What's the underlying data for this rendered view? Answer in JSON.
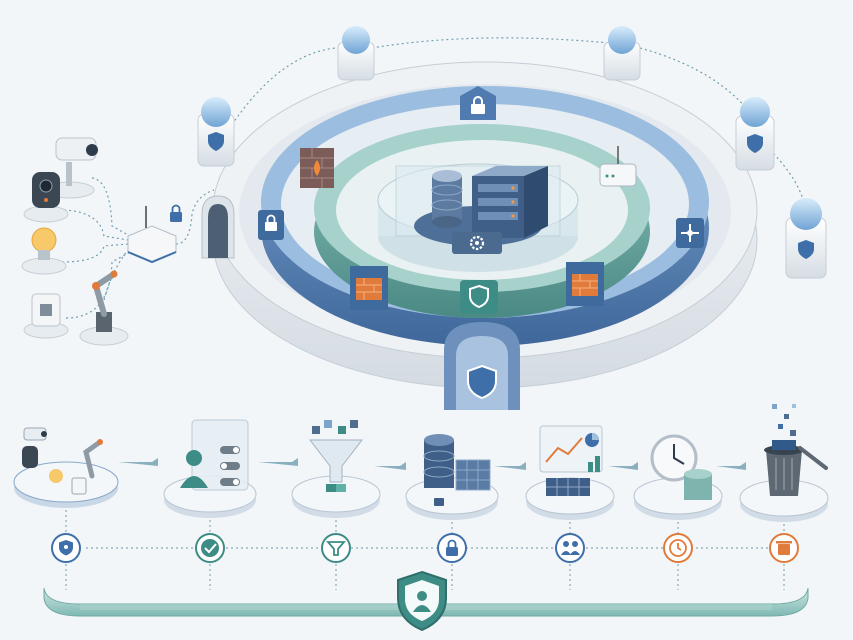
{
  "diagram": {
    "theme": {
      "background": "#f3f6f9",
      "outer_wall": "#e4e9ee",
      "middle_wall": "#5b86b8",
      "inner_wall": "#5f9f9a",
      "core": "#dbe8ef",
      "accent_teal": "#3d8c86",
      "accent_blue": "#3f6fa8",
      "accent_orange": "#e07b3c",
      "dotted_line": "#6f9fb0"
    },
    "perimeter_sensors": [
      {
        "icon": "dome-sensor-shield-icon"
      },
      {
        "icon": "dome-sensor-icon"
      },
      {
        "icon": "dome-sensor-icon"
      },
      {
        "icon": "dome-sensor-shield-icon"
      },
      {
        "icon": "dome-sensor-shield-icon"
      }
    ],
    "edge_devices": [
      {
        "icon": "security-camera-icon"
      },
      {
        "icon": "doorbell-camera-icon"
      },
      {
        "icon": "smart-bulb-icon"
      },
      {
        "icon": "robotic-arm-icon"
      },
      {
        "icon": "smart-plug-icon"
      }
    ],
    "gateway": {
      "icon": "iot-gateway-icon",
      "lock": "lock-icon"
    },
    "rings": [
      {
        "name": "outer-perimeter",
        "gate": "shield-gate-icon"
      },
      {
        "name": "network-segmentation",
        "badges": [
          "lock-icon",
          "lock-icon",
          "network-icon",
          "firewall-icon",
          "firewall-icon"
        ]
      },
      {
        "name": "inner-zone",
        "badges": [
          "shield-icon",
          "firewall-icon"
        ]
      },
      {
        "name": "core",
        "items": [
          "database-icon",
          "server-rack-icon",
          "gear-icon"
        ]
      }
    ],
    "pipeline": [
      {
        "stage": "collect",
        "icon": "iot-devices-icon",
        "status_icon": "shield-user-icon",
        "status_color": "#3f6fa8"
      },
      {
        "stage": "consent",
        "icon": "user-toggle-icon",
        "status_icon": "check-icon",
        "status_color": "#3d8c86"
      },
      {
        "stage": "minimize",
        "icon": "funnel-icon",
        "status_icon": "filter-icon",
        "status_color": "#3d8c86"
      },
      {
        "stage": "store",
        "icon": "encrypted-database-icon",
        "status_icon": "lock-icon",
        "status_color": "#3f6fa8"
      },
      {
        "stage": "analyze",
        "icon": "analytics-icon",
        "status_icon": "users-icon",
        "status_color": "#3f6fa8"
      },
      {
        "stage": "retain",
        "icon": "clock-icon",
        "status_icon": "clock-icon",
        "status_color": "#e07b3c"
      },
      {
        "stage": "delete",
        "icon": "trash-icon",
        "status_icon": "trash-icon",
        "status_color": "#e07b3c"
      }
    ],
    "governance_bar": {
      "icon": "shield-user-icon"
    }
  }
}
